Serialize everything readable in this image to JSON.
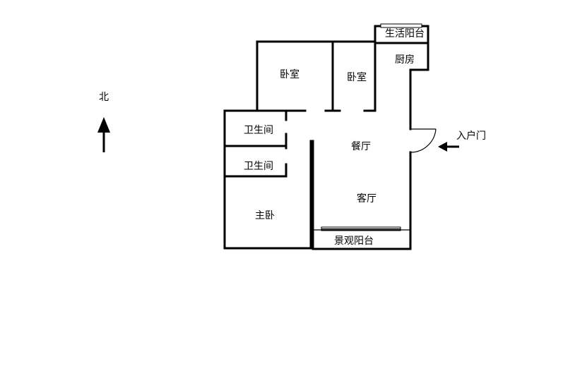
{
  "compass": {
    "north_label": "北",
    "icon": "north-arrow-icon"
  },
  "entrance": {
    "label": "入户门",
    "icon": "entrance-arrow-icon"
  },
  "rooms": {
    "living_balcony": "生活阳台",
    "kitchen": "厨房",
    "bedroom_1": "卧室",
    "bedroom_2": "卧室",
    "bathroom_1": "卫生间",
    "bathroom_2": "卫生间",
    "dining": "餐厅",
    "living": "客厅",
    "master_bedroom": "主卧",
    "view_balcony": "景观阳台"
  }
}
